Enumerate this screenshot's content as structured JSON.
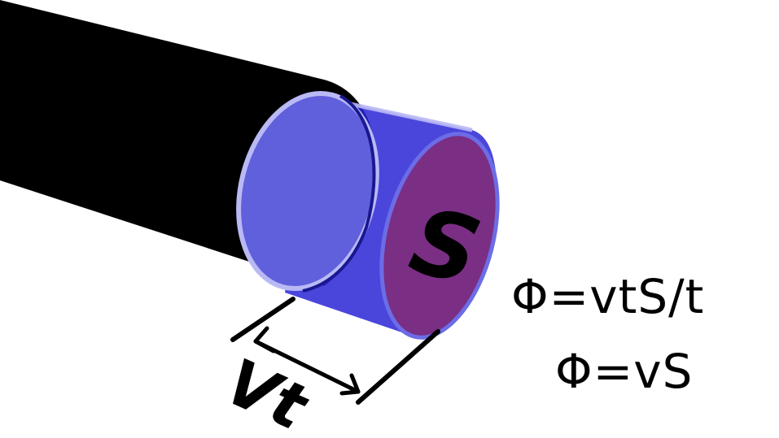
{
  "labels": {
    "surface": "S",
    "length": "Vt"
  },
  "formulas": {
    "flux_full": "Φ=vtS/t",
    "flux_simplified": "Φ=vS"
  },
  "colors": {
    "pipe": "#000000",
    "volume": "#2a26d6",
    "cross_section_front": "#7a2e84",
    "cross_section_back": "#5e5ed6",
    "rim": "#b9b9f5"
  }
}
